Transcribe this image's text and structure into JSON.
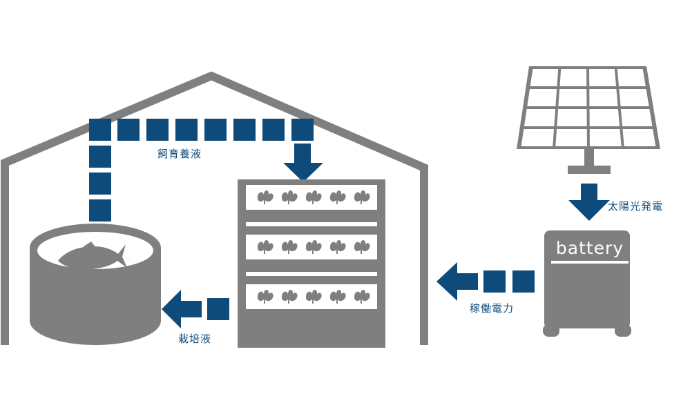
{
  "labels": {
    "feed_liquid": "飼育養液",
    "culture_liquid": "栽培液",
    "solar_power": "太陽光発電",
    "operating_power": "稼働電力",
    "battery": "battery"
  },
  "colors": {
    "structure_gray": "#7f7f7f",
    "flow_blue": "#0e4a7a",
    "background": "#ffffff"
  },
  "icons": [
    "house-outline",
    "fish-tank-icon",
    "salmon-icon",
    "plant-rack-icon",
    "leaf-icon",
    "solar-panel-icon",
    "battery-icon",
    "arrow-icon"
  ]
}
